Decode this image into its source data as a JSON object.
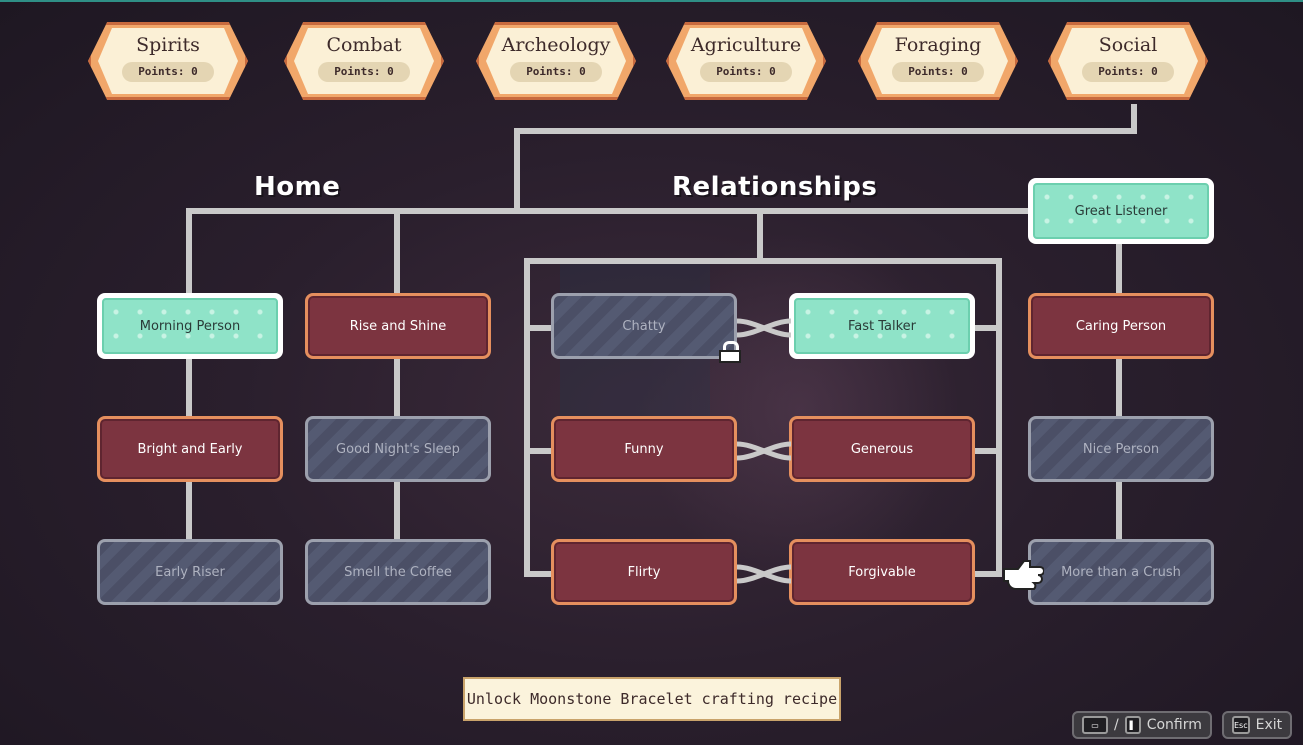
{
  "tabs": [
    {
      "title": "Spirits",
      "points": "Points: 0"
    },
    {
      "title": "Combat",
      "points": "Points: 0"
    },
    {
      "title": "Archeology",
      "points": "Points: 0"
    },
    {
      "title": "Agriculture",
      "points": "Points: 0"
    },
    {
      "title": "Foraging",
      "points": "Points: 0"
    },
    {
      "title": "Social",
      "points": "Points: 0"
    }
  ],
  "sections": {
    "home": "Home",
    "relationships": "Relationships"
  },
  "perks": {
    "morning_person": "Morning Person",
    "rise_and_shine": "Rise and Shine",
    "bright_and_early": "Bright and Early",
    "good_nights_sleep": "Good Night's Sleep",
    "early_riser": "Early Riser",
    "smell_the_coffee": "Smell the Coffee",
    "chatty": "Chatty",
    "fast_talker": "Fast Talker",
    "funny": "Funny",
    "generous": "Generous",
    "flirty": "Flirty",
    "forgivable": "Forgivable",
    "great_listener": "Great Listener",
    "caring_person": "Caring Person",
    "nice_person": "Nice Person",
    "more_than_a_crush": "More than a Crush"
  },
  "tooltip": "Unlock Moonstone Bracelet crafting recipe",
  "controls": {
    "confirm": "Confirm",
    "exit": "Exit",
    "esc_key": "Esc"
  },
  "colors": {
    "unlocked": "#8fe3c8",
    "available": "#7c3440",
    "locked": "#4b4f66",
    "tab_border": "#f1a76a"
  }
}
